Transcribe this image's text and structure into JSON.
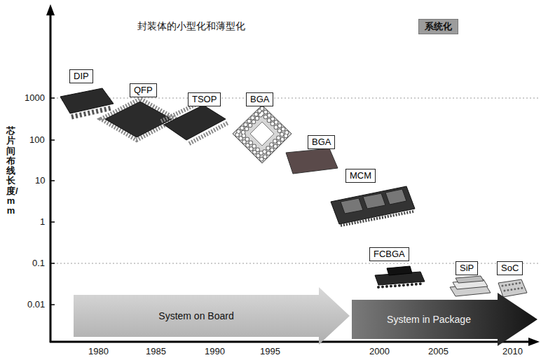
{
  "diagram": {
    "title": "封装体的小型化和薄型化",
    "nodes": [
      {
        "text": [
          "系统化"
        ]
      },
      {
        "text": [
          "DIP"
        ]
      },
      {
        "text": [
          "QFP"
        ]
      },
      {
        "text": [
          "TSOP"
        ]
      },
      {
        "text": [
          "BGA"
        ]
      },
      {
        "text": [
          "BGA"
        ]
      },
      {
        "text": [
          "MCM"
        ]
      },
      {
        "text": [
          "FCBGA"
        ]
      },
      {
        "text": [
          "SiP"
        ]
      },
      {
        "text": [
          "SoC"
        ]
      },
      {
        "text": [
          "System on Board"
        ]
      },
      {
        "text": [
          "System in Package"
        ]
      }
    ],
    "labels": [
      "芯片间布线长度/mm",
      "1000",
      "100",
      "10",
      "1",
      "0.1",
      "0.01",
      "1980",
      "1985",
      "1990",
      "1995",
      "2000",
      "2005",
      "2010"
    ]
  }
}
